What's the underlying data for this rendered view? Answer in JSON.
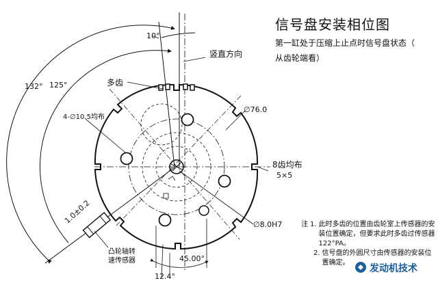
{
  "title": "信号盘安装相位图",
  "subtitle_line1": "第一缸处于压缩上止点时信号盘状态（",
  "subtitle_line2": "从齿轮端看）",
  "labels": {
    "angle_10": "10°",
    "vertical_direction": "竖直方向",
    "angle_132": "132°",
    "angle_125": "125°",
    "multi_tooth": "多齿",
    "holes_spec": "4-∅10.5均布",
    "outer_diameter": "∅76.0",
    "eight_teeth": "8齿均布",
    "tooth_size": "5×5",
    "gap_spec": "1.0±0.2",
    "center_hole": "∅8.0H7",
    "angle_45": "45.00°",
    "angle_12_4": "12.4°",
    "cam_sensor": "凸轮轴转\n速传感器"
  },
  "notes": {
    "prefix": "注",
    "items": [
      {
        "num": "1.",
        "text": "此时多齿的位置由齿轮室上传感器的安装位置确定，但要求此时多齿过传感器122°PA。"
      },
      {
        "num": "2.",
        "text": "信号盘的外圆尺寸由传感器的安装位置确定。"
      }
    ]
  },
  "watermark": "发动机技术"
}
